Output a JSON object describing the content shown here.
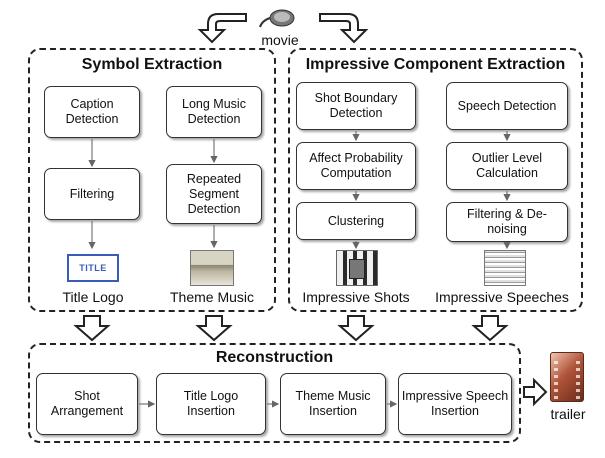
{
  "top": {
    "input_label": "movie",
    "output_label": "trailer"
  },
  "symbol_extraction": {
    "title": "Symbol Extraction",
    "boxes": {
      "caption_detection": "Caption Detection",
      "filtering": "Filtering",
      "long_music_detection": "Long Music Detection",
      "repeated_segment_detection": "Repeated Segment Detection"
    },
    "title_logo_thumb_text": "TITLE",
    "outputs": {
      "title_logo": "Title Logo",
      "theme_music": "Theme Music"
    }
  },
  "impressive_extraction": {
    "title": "Impressive Component Extraction",
    "boxes": {
      "shot_boundary_detection": "Shot Boundary Detection",
      "affect_probability_computation": "Affect Probability Computation",
      "clustering": "Clustering",
      "speech_detection": "Speech Detection",
      "outlier_level_calculation": "Outlier Level Calculation",
      "filtering_denoising": "Filtering & De-noising"
    },
    "outputs": {
      "impressive_shots": "Impressive Shots",
      "impressive_speeches": "Impressive Speeches"
    }
  },
  "reconstruction": {
    "title": "Reconstruction",
    "boxes": {
      "shot_arrangement": "Shot Arrangement",
      "title_logo_insertion": "Title Logo Insertion",
      "theme_music_insertion": "Theme Music Insertion",
      "impressive_speech_insertion": "Impressive Speech Insertion"
    }
  }
}
